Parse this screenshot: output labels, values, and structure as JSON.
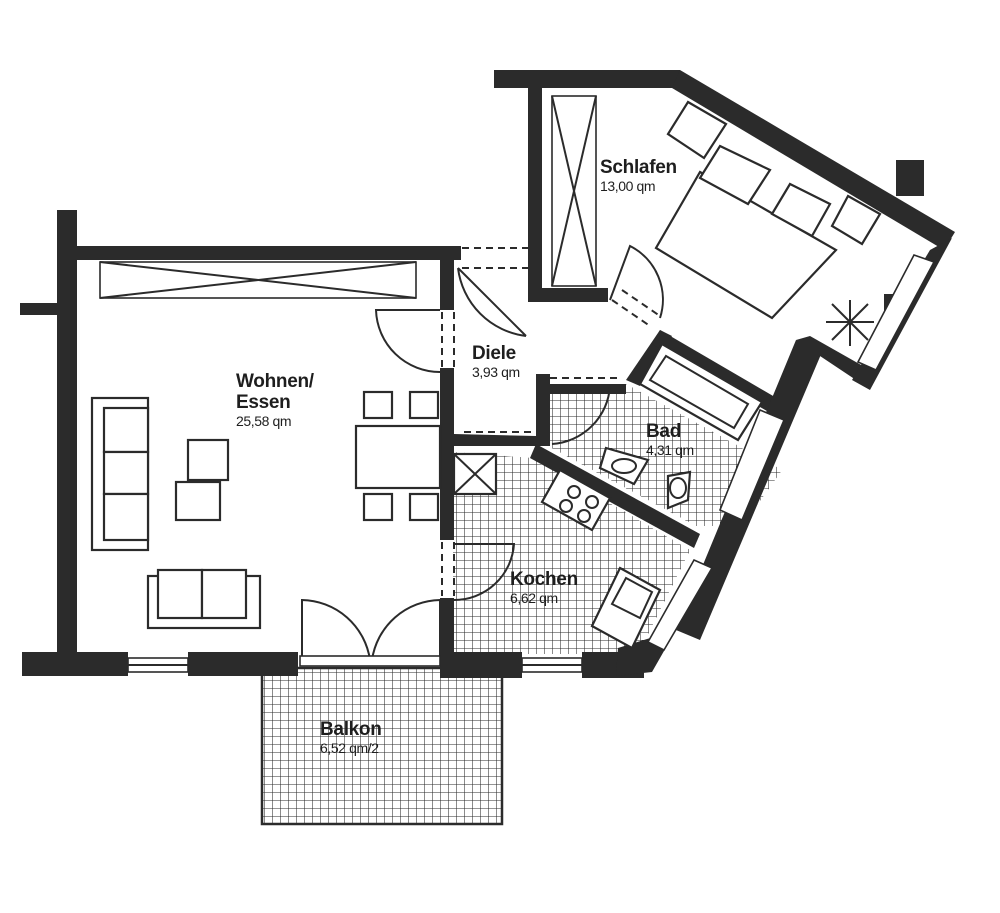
{
  "rooms": [
    {
      "id": "schlafen",
      "name": "Schlafen",
      "area": "13,00 qm"
    },
    {
      "id": "wohnen",
      "name": "Wohnen/\nEssen",
      "area": "25,58 qm"
    },
    {
      "id": "diele",
      "name": "Diele",
      "area": "3,93 qm"
    },
    {
      "id": "bad",
      "name": "Bad",
      "area": "4,31 qm"
    },
    {
      "id": "kochen",
      "name": "Kochen",
      "area": "6,62 qm"
    },
    {
      "id": "balkon",
      "name": "Balkon",
      "area": "6,52 qm/2"
    }
  ],
  "colors": {
    "wall": "#2b2b2b",
    "tile_grid": "#2b2b2b",
    "paper": "#ffffff"
  }
}
